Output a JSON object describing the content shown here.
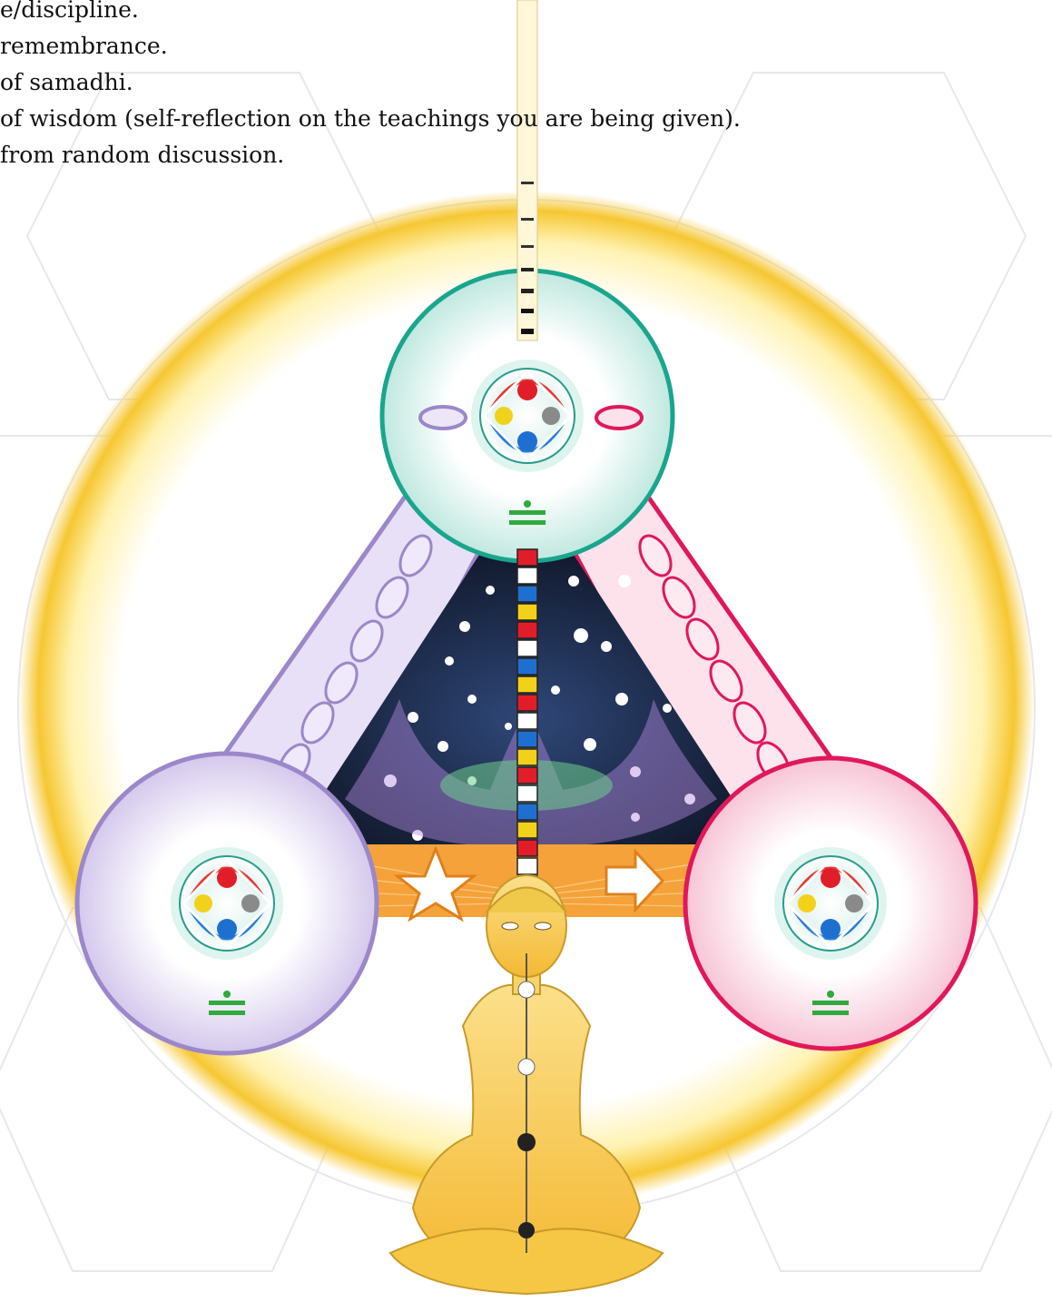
{
  "text_lines": [
    "e/discipline.",
    "remembrance.",
    " of samadhi.",
    " of wisdom (self-reflection on the teachings you are being given).",
    "from random discussion."
  ],
  "colors": {
    "aura": "#f7cf4a",
    "teal": "#1aa58d",
    "violet": "#9b87c9",
    "crimson": "#e0185a",
    "orange": "#f39a21",
    "night": "#121a30",
    "body": "#f6c744",
    "green_mark": "#2faa3e"
  },
  "icons": [
    "mandala-orb-icon",
    "star-icon",
    "arrow-right-icon",
    "spine-glyph-column"
  ]
}
